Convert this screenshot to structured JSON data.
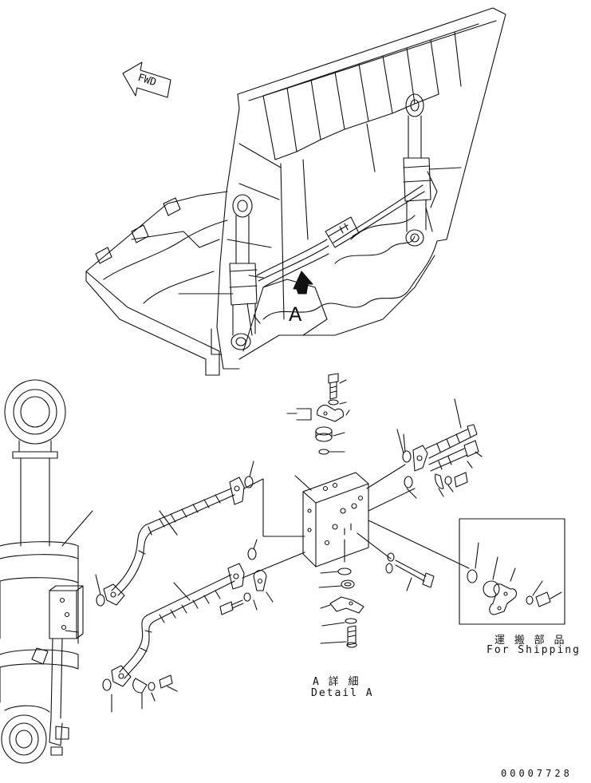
{
  "fwd_label": "FWD",
  "view_marker": "A",
  "detail": {
    "line1": "A 詳 細",
    "line2": "Detail A"
  },
  "shipping": {
    "line1": "運 搬 部 品",
    "line2": "For Shipping"
  },
  "drawing_number": "00007728",
  "colors": {
    "line": "#111111",
    "background": "#ffffff"
  }
}
